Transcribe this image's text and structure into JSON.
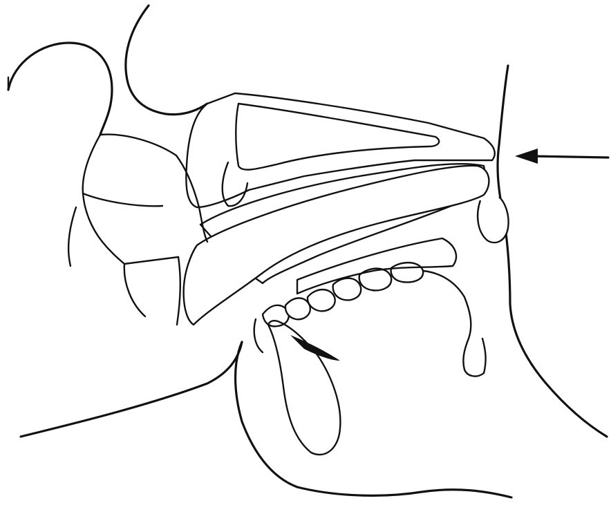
{
  "figure": {
    "ink_color": "#111111",
    "paper_color": "#ffffff",
    "hatch_color": "#777777",
    "stipple_color": "#555555"
  },
  "structures": [
    {
      "name": "palate-bone",
      "texture": "stipple"
    },
    {
      "name": "mandible-bone",
      "texture": "stipple"
    },
    {
      "name": "instrument-shaft",
      "texture": "plain"
    },
    {
      "name": "tongue",
      "texture": "hatch"
    },
    {
      "name": "lower-teeth",
      "texture": "plain"
    },
    {
      "name": "uvula",
      "texture": "plain"
    }
  ],
  "annotations": [
    {
      "name": "arrow-pointer",
      "direction": "left"
    }
  ]
}
